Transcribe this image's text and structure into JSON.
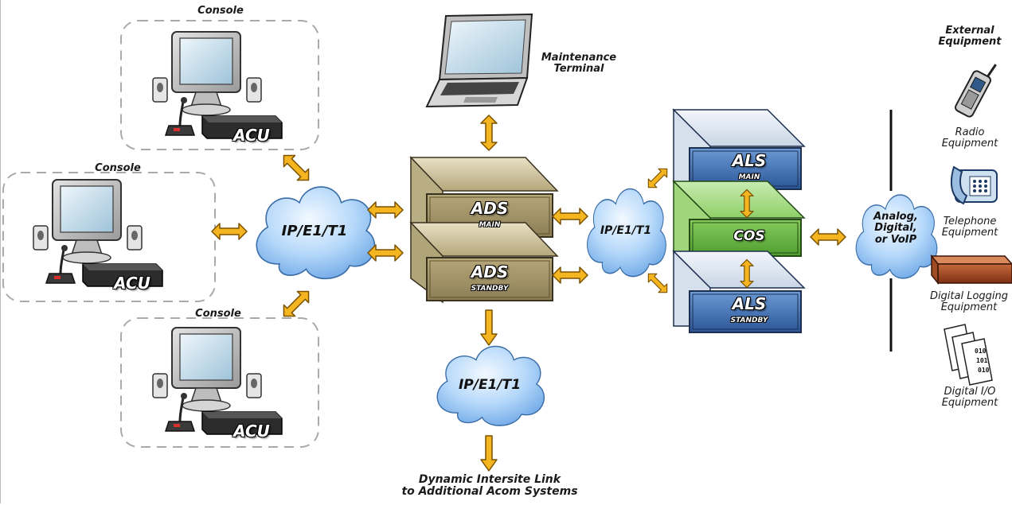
{
  "consoles": {
    "top": {
      "title": "Console",
      "acu_label": "ACU"
    },
    "middle": {
      "title": "Console",
      "acu_label": "ACU"
    },
    "bottom": {
      "title": "Console",
      "acu_label": "ACU"
    }
  },
  "networks": {
    "left_cloud": "IP/E1/T1",
    "center_cloud": "IP/E1/T1",
    "bottom_cloud": "IP/E1/T1",
    "right_cloud_lines": [
      "Analog,",
      "Digital,",
      "or VoIP"
    ]
  },
  "maintenance": {
    "line1": "Maintenance",
    "line2": "Terminal"
  },
  "ads": {
    "main": {
      "label": "ADS",
      "sub": "MAIN"
    },
    "standby": {
      "label": "ADS",
      "sub": "STANDBY"
    }
  },
  "als": {
    "main": {
      "label": "ALS",
      "sub": "MAIN"
    },
    "standby": {
      "label": "ALS",
      "sub": "STANDBY"
    }
  },
  "cos": {
    "label": "COS"
  },
  "intersite": {
    "line1": "Dynamic Intersite Link",
    "line2": "to Additional Acom Systems"
  },
  "external": {
    "title_line1": "External",
    "title_line2": "Equipment",
    "radio": {
      "line1": "Radio",
      "line2": "Equipment"
    },
    "telephone": {
      "line1": "Telephone",
      "line2": "Equipment"
    },
    "logging": {
      "line1": "Digital Logging",
      "line2": "Equipment"
    },
    "digital_io": {
      "line1": "Digital I/O",
      "line2": "Equipment",
      "doc_text": [
        "010",
        "101",
        "010"
      ]
    }
  },
  "colors": {
    "arrow": "#f5b521",
    "arrow_outline": "#7a5200",
    "cloud_light": "#dbeeff",
    "cloud_dark": "#7eb6ee",
    "ads_face": "#c9bd97",
    "als_face": "#3d6fb3",
    "cos_face": "#6fbe4a",
    "console_border": "#aaaaaa"
  }
}
